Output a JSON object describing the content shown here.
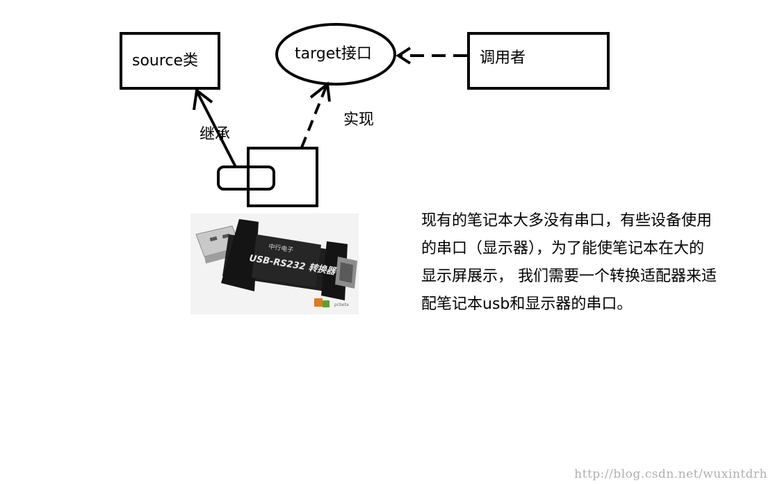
{
  "diagram": {
    "source_box": {
      "label": "source类"
    },
    "target_interface": {
      "label": "target接口"
    },
    "caller_box": {
      "label": "调用者"
    },
    "inherit_label": "继承",
    "implement_label": "实现"
  },
  "photo": {
    "device_text": "USB-RS232 转换器",
    "brand_text": "中行电子"
  },
  "description": [
    "现有的笔记本大多没有串口，有些设备使用",
    "的串口（显示器），为了能使笔记本在大的",
    "显示屏展示， 我们需要一个转换适配器来适",
    "配笔记本usb和显示器的串口。"
  ],
  "watermark": "http://blog.csdn.net/wuxintdrh",
  "colors": {
    "stroke": "#000000",
    "background": "#ffffff",
    "watermark": "#b0b0b0"
  }
}
